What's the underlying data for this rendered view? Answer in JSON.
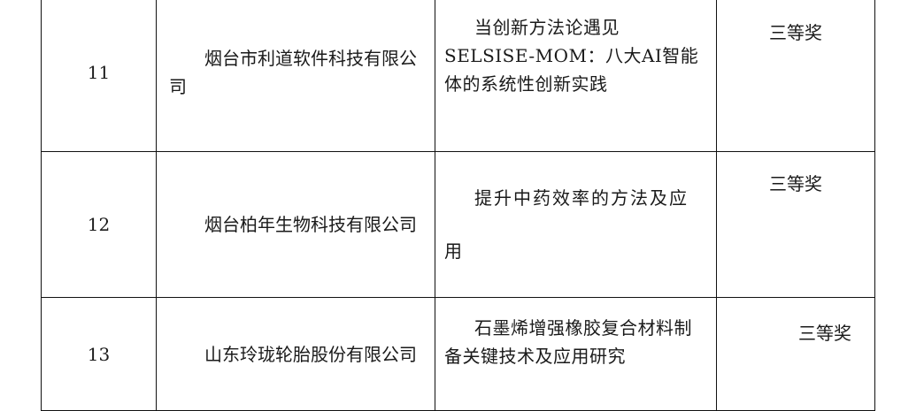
{
  "rows": [
    {
      "number": "11",
      "organization": "烟台市利道软件科技有限公司",
      "project": "当创新方法论遇见SELSISE-MOM：八大AI智能体的系统性创新实践",
      "award": "三等奖"
    },
    {
      "number": "12",
      "organization": "烟台柏年生物科技有限公司",
      "project": "提升中药效率的方法及应用",
      "award": "三等奖"
    },
    {
      "number": "13",
      "organization": "山东玲珑轮胎股份有限公司",
      "project": "石墨烯增强橡胶复合材料制备关键技术及应用研究",
      "award": "三等奖"
    }
  ]
}
